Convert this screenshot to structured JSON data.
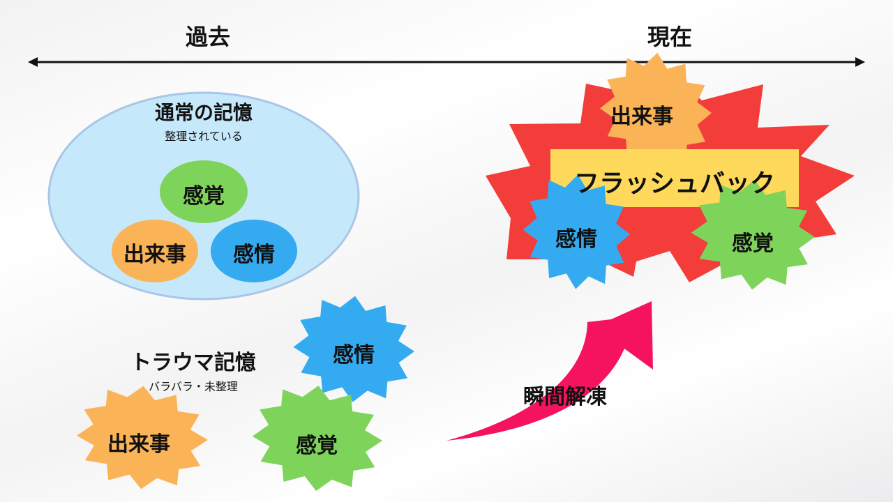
{
  "timeline": {
    "past_label": "過去",
    "present_label": "現在"
  },
  "normal_memory": {
    "title": "通常の記憶",
    "subtitle": "整理されている",
    "sensation": "感覚",
    "event": "出来事",
    "emotion": "感情"
  },
  "trauma_memory": {
    "title": "トラウマ記憶",
    "subtitle": "バラバラ・未整理",
    "emotion": "感情",
    "event": "出来事",
    "sensation": "感覚"
  },
  "flashback": {
    "label": "フラッシュバック",
    "event": "出来事",
    "emotion": "感情",
    "sensation": "感覚"
  },
  "arrow": {
    "label": "瞬間解凍"
  },
  "colors": {
    "ellipse_fill": "#c6e8fb",
    "ellipse_stroke": "#a9c6e6",
    "green": "#7ed35a",
    "orange": "#fbb357",
    "blue": "#34aaf0",
    "red": "#f23d3a",
    "yellow": "#ffd95c",
    "magenta": "#f5125e"
  }
}
